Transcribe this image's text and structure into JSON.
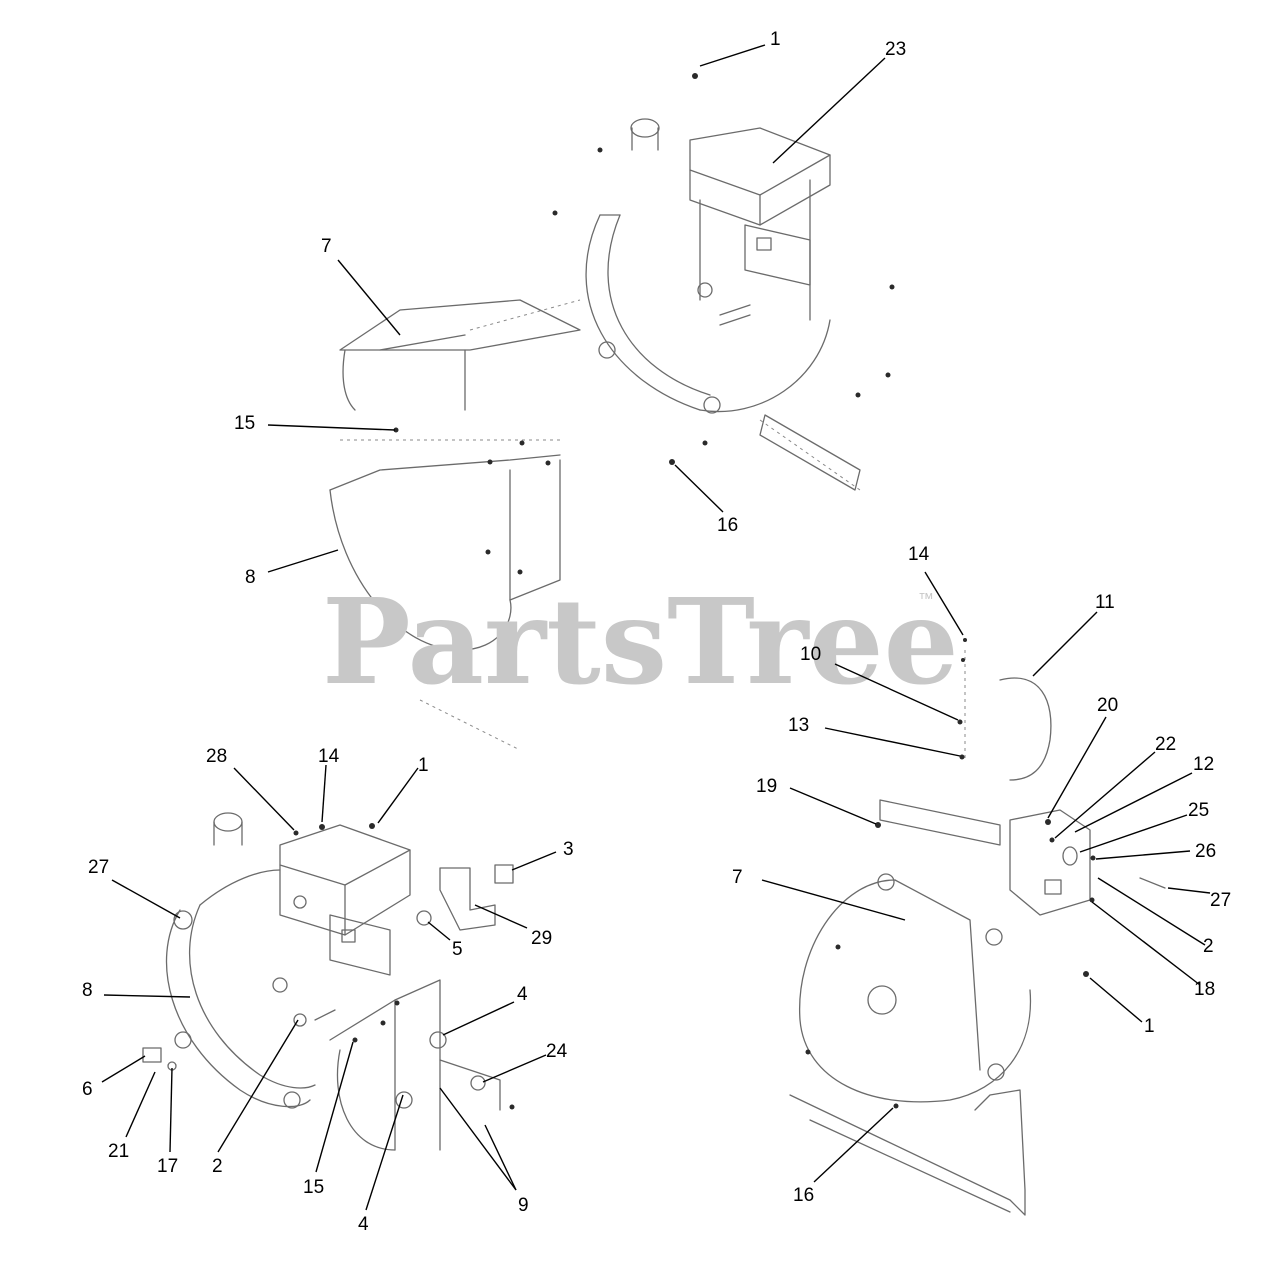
{
  "watermark": {
    "text": "PartsTree",
    "trademark": "™"
  },
  "assemblies": [
    {
      "id": "upper",
      "callouts": [
        {
          "label": "1"
        },
        {
          "label": "23"
        },
        {
          "label": "7"
        },
        {
          "label": "15"
        },
        {
          "label": "16"
        },
        {
          "label": "8"
        }
      ]
    },
    {
      "id": "lower-left",
      "callouts": [
        {
          "label": "28"
        },
        {
          "label": "14"
        },
        {
          "label": "1"
        },
        {
          "label": "3"
        },
        {
          "label": "27"
        },
        {
          "label": "29"
        },
        {
          "label": "5"
        },
        {
          "label": "8"
        },
        {
          "label": "4"
        },
        {
          "label": "24"
        },
        {
          "label": "6"
        },
        {
          "label": "21"
        },
        {
          "label": "17"
        },
        {
          "label": "2"
        },
        {
          "label": "15"
        },
        {
          "label": "4"
        },
        {
          "label": "9"
        }
      ]
    },
    {
      "id": "lower-right",
      "callouts": [
        {
          "label": "14"
        },
        {
          "label": "11"
        },
        {
          "label": "10"
        },
        {
          "label": "13"
        },
        {
          "label": "20"
        },
        {
          "label": "22"
        },
        {
          "label": "12"
        },
        {
          "label": "19"
        },
        {
          "label": "25"
        },
        {
          "label": "26"
        },
        {
          "label": "7"
        },
        {
          "label": "27"
        },
        {
          "label": "2"
        },
        {
          "label": "18"
        },
        {
          "label": "1"
        },
        {
          "label": "16"
        }
      ]
    }
  ]
}
